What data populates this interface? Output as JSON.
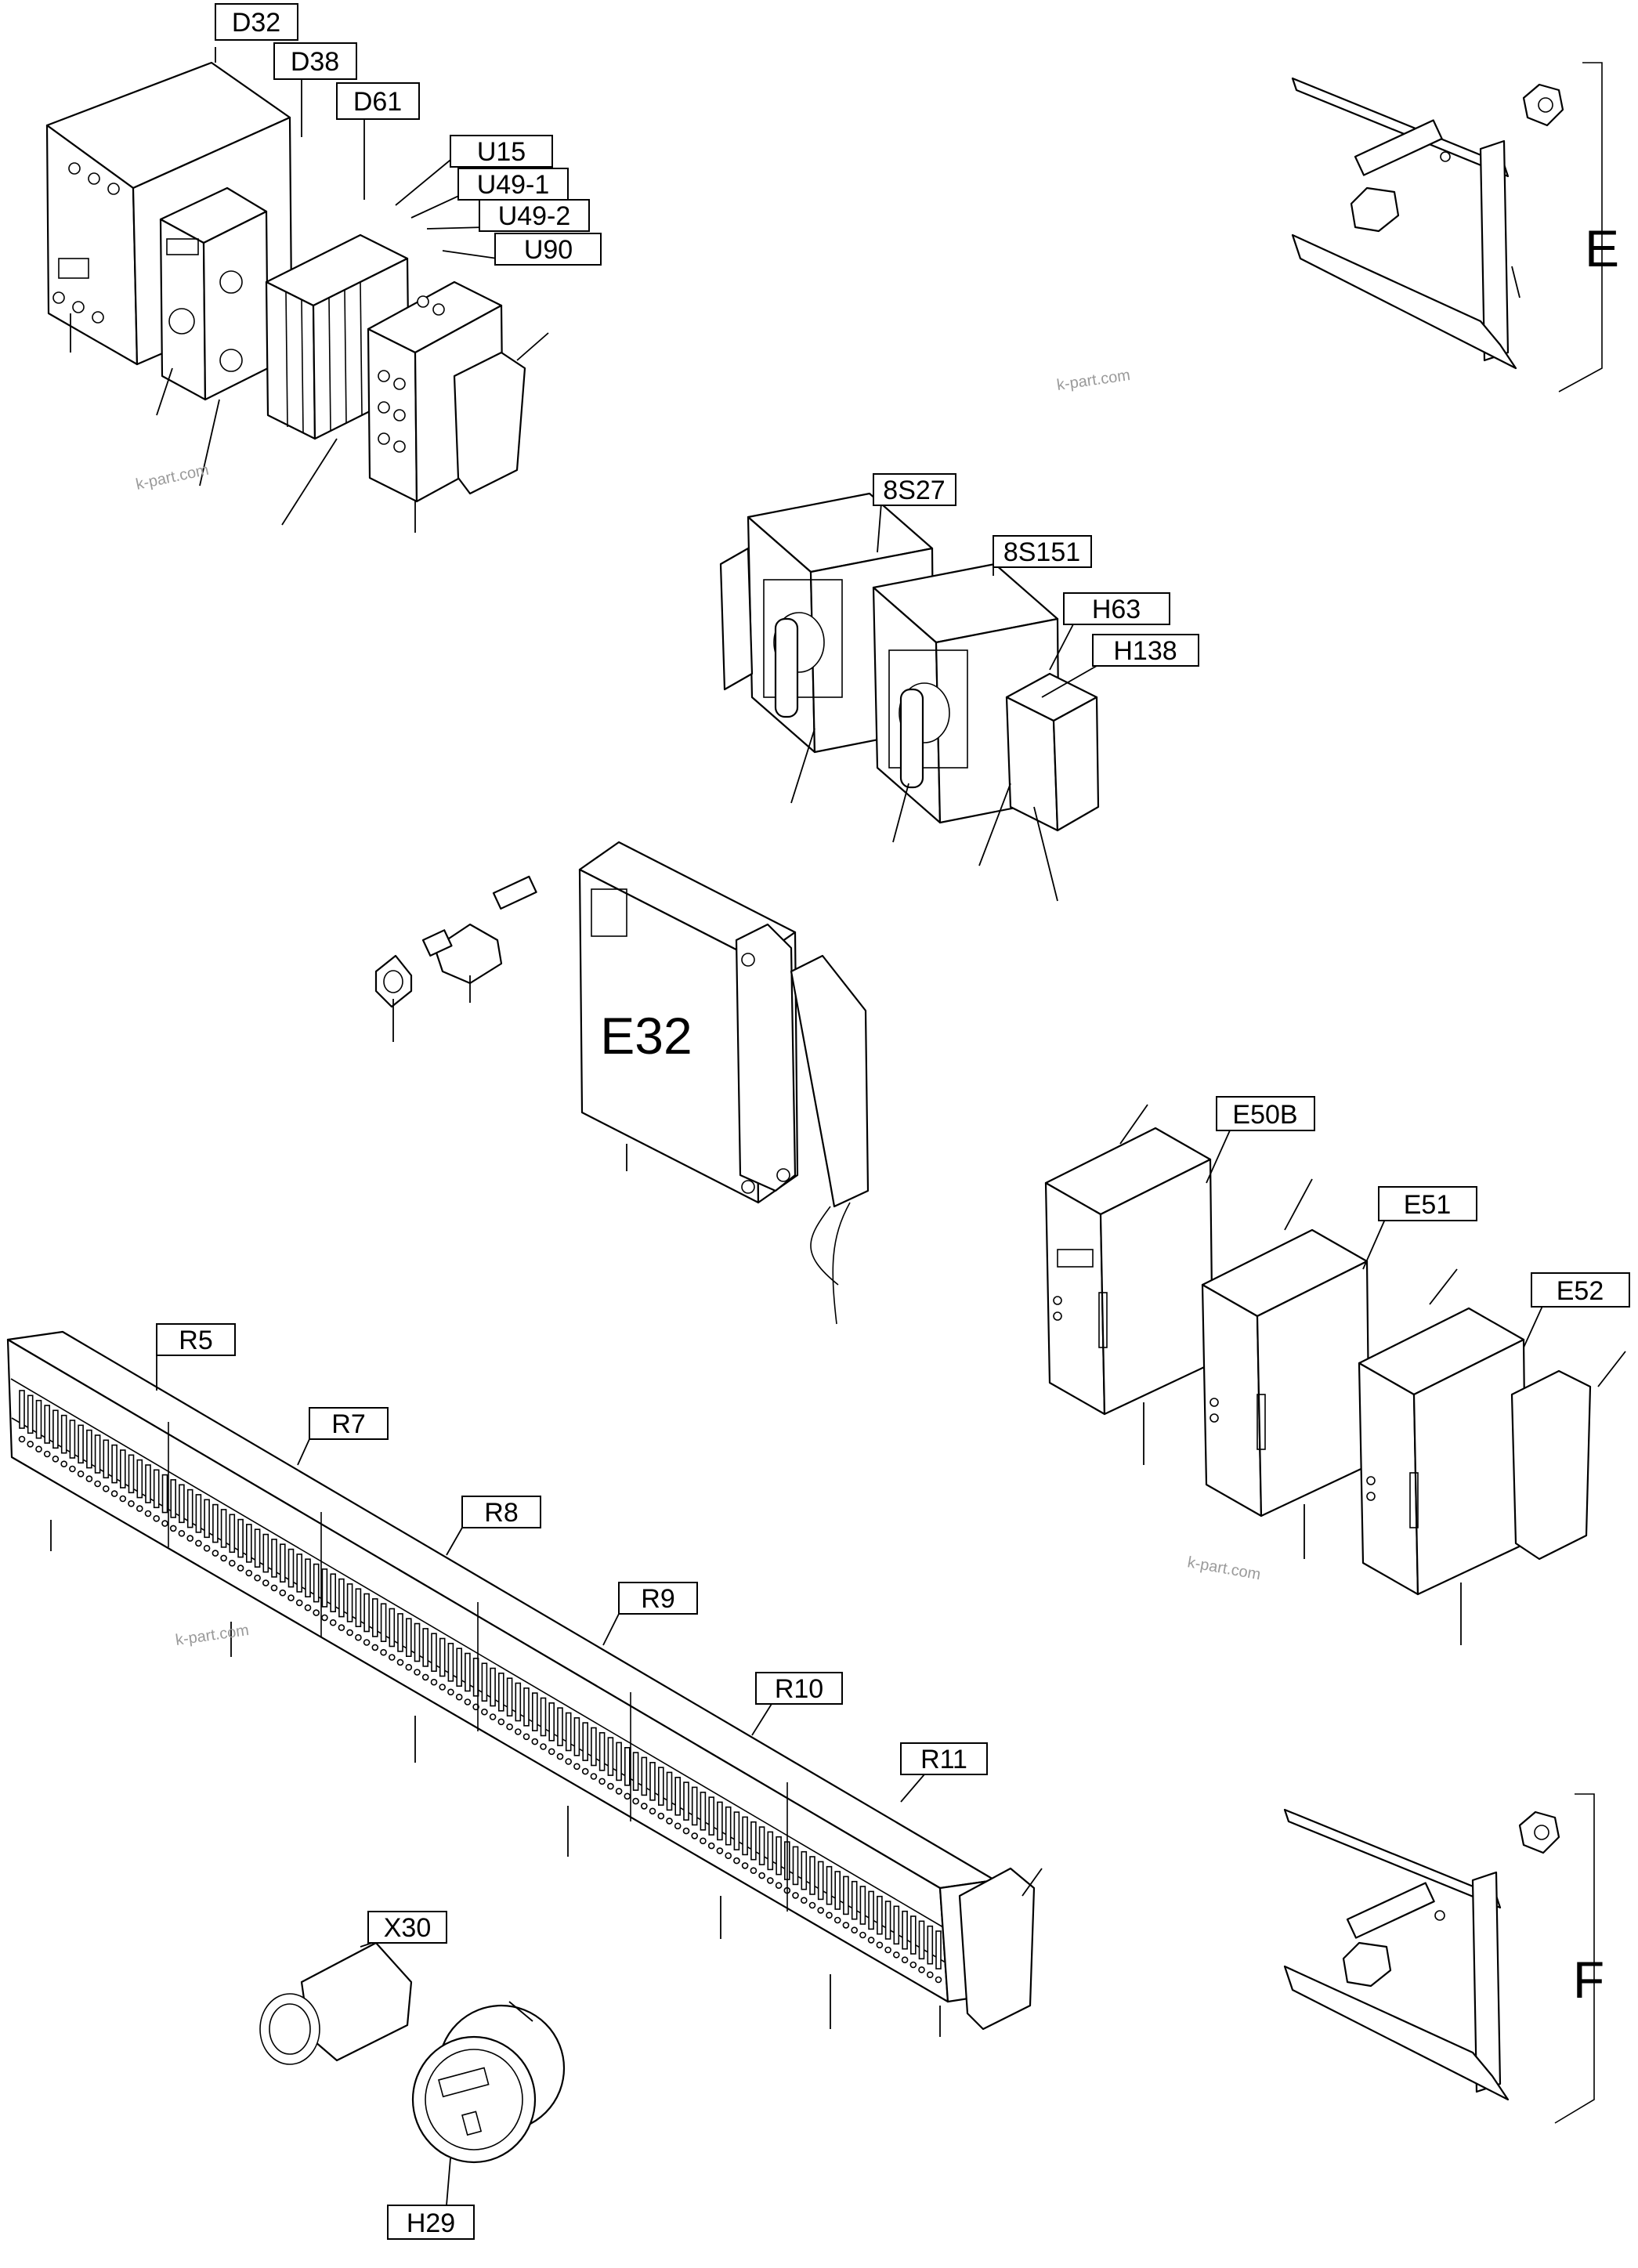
{
  "labels": {
    "D32": "D32",
    "D38": "D38",
    "D61": "D61",
    "U15": "U15",
    "U49_1": "U49-1",
    "U49_2": "U49-2",
    "U90": "U90",
    "S27": "8S27",
    "S151": "8S151",
    "H63": "H63",
    "H138": "H138",
    "E32": "E32",
    "E50B": "E50B",
    "E51": "E51",
    "E52": "E52",
    "R5": "R5",
    "R7": "R7",
    "R8": "R8",
    "R9": "R9",
    "R10": "R10",
    "R11": "R11",
    "X30": "X30",
    "H29": "H29",
    "E": "E",
    "F": "F"
  },
  "watermark": "k-part.com",
  "colors": {
    "line": "#000000",
    "background": "#ffffff",
    "watermark": "#9a9a9a"
  }
}
